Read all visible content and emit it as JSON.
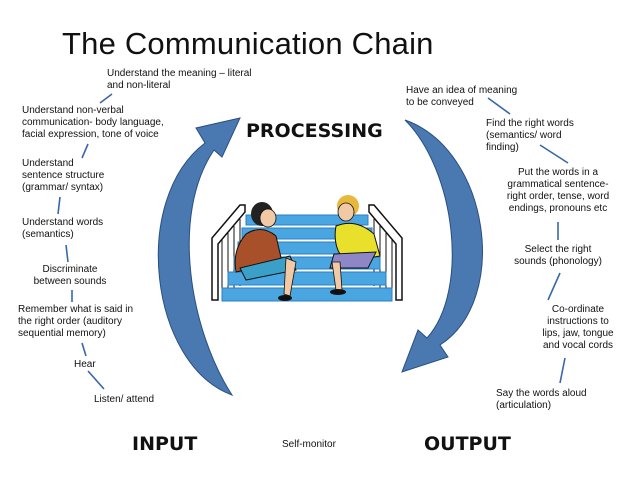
{
  "title": "The Communication Chain",
  "labels": {
    "processing": "PROCESSING",
    "input": "INPUT",
    "output": "OUTPUT",
    "self_monitor": "Self-monitor"
  },
  "input_steps": [
    "Understand the meaning – literal\nand non-literal",
    "Understand non-verbal\ncommunication- body language,\nfacial expression, tone of voice",
    "Understand\nsentence structure\n(grammar/ syntax)",
    "Understand words\n(semantics)",
    "Discriminate\nbetween sounds",
    "Remember what is said in\nthe right order (auditory\nsequential memory)",
    "Hear",
    "Listen/ attend"
  ],
  "output_steps": [
    "Have an idea of meaning\nto be conveyed",
    "Find the right words\n(semantics/ word\nfinding)",
    "Put the words in a\ngrammatical sentence-\nright order, tense, word\nendings, pronouns etc",
    "Select the right\nsounds (phonology)",
    "Co-ordinate\ninstructions to\nlips, jaw, tongue\nand vocal cords",
    "Say the words aloud\n(articulation)"
  ],
  "colors": {
    "arrow_fill": "#4a78b0",
    "arrow_edge": "#2a4f80",
    "connector": "#3a67a8",
    "stairs": "#4aa6e0",
    "stairs_dark": "#2b7fc0",
    "person1_shirt": "#a8502a",
    "person1_pants": "#3aa0c8",
    "person2_shirt": "#e8e02a",
    "person2_pants": "#8f86c8"
  }
}
